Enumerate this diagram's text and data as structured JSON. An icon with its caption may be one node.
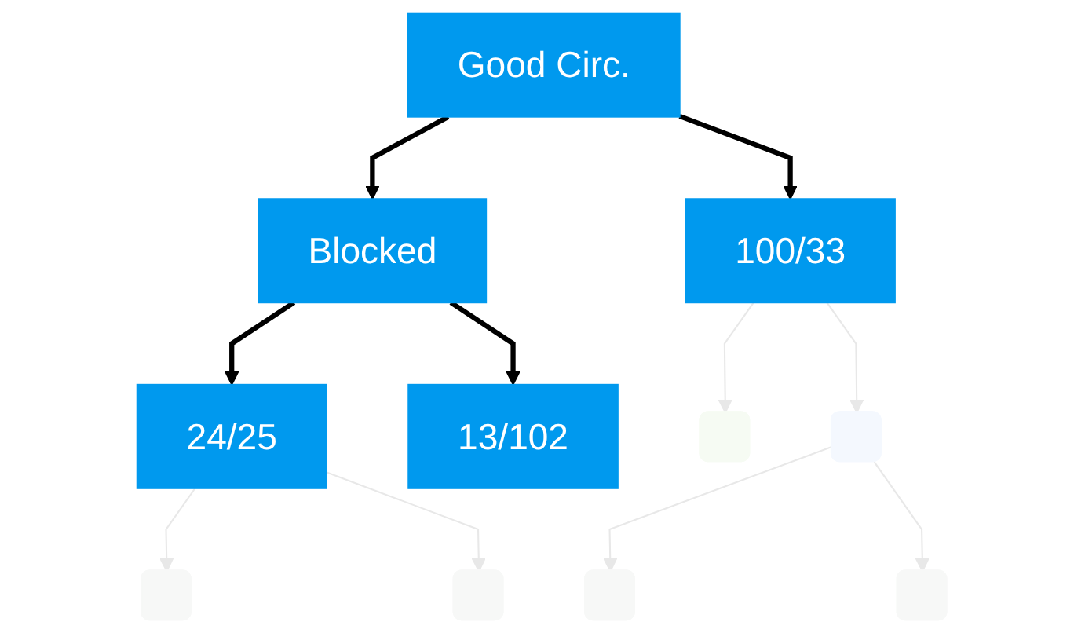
{
  "diagram": {
    "nodes": [
      {
        "text": [
          "Good Circ."
        ]
      },
      {
        "text": [
          "Blocked"
        ]
      },
      {
        "text": [
          "100/33"
        ]
      },
      {
        "text": [
          "24/25"
        ]
      },
      {
        "text": [
          "13/102"
        ]
      },
      {
        "text": [],
        "shape": "box"
      },
      {
        "text": [],
        "shape": "box"
      },
      {
        "text": [],
        "shape": "box"
      },
      {
        "text": [],
        "shape": "box"
      },
      {
        "text": [],
        "shape": "box"
      },
      {
        "text": [],
        "shape": "box"
      }
    ],
    "edges": [
      {
        "from": 0,
        "to": 1,
        "arrow": "to",
        "style": "thick",
        "color": "#000000"
      },
      {
        "from": 0,
        "to": 2,
        "arrow": "to",
        "style": "thick",
        "color": "#000000"
      },
      {
        "from": 1,
        "to": 3,
        "arrow": "to",
        "style": "thick",
        "color": "#000000"
      },
      {
        "from": 1,
        "to": 4,
        "arrow": "to",
        "style": "thick",
        "color": "#000000"
      },
      {
        "from": 2,
        "to": 5,
        "arrow": "to",
        "color": "#e8e8e8"
      },
      {
        "from": 2,
        "to": 6,
        "arrow": "to",
        "color": "#e8e8e8"
      },
      {
        "from": 3,
        "to": 7,
        "arrow": "to",
        "color": "#e8e8e8"
      },
      {
        "from": 3,
        "to": 8,
        "arrow": "to",
        "color": "#e8e8e8"
      },
      {
        "from": 6,
        "to": 9,
        "arrow": "to",
        "color": "#e8e8e8"
      },
      {
        "from": 6,
        "to": 10,
        "arrow": "to",
        "color": "#e8e8e8"
      }
    ]
  }
}
